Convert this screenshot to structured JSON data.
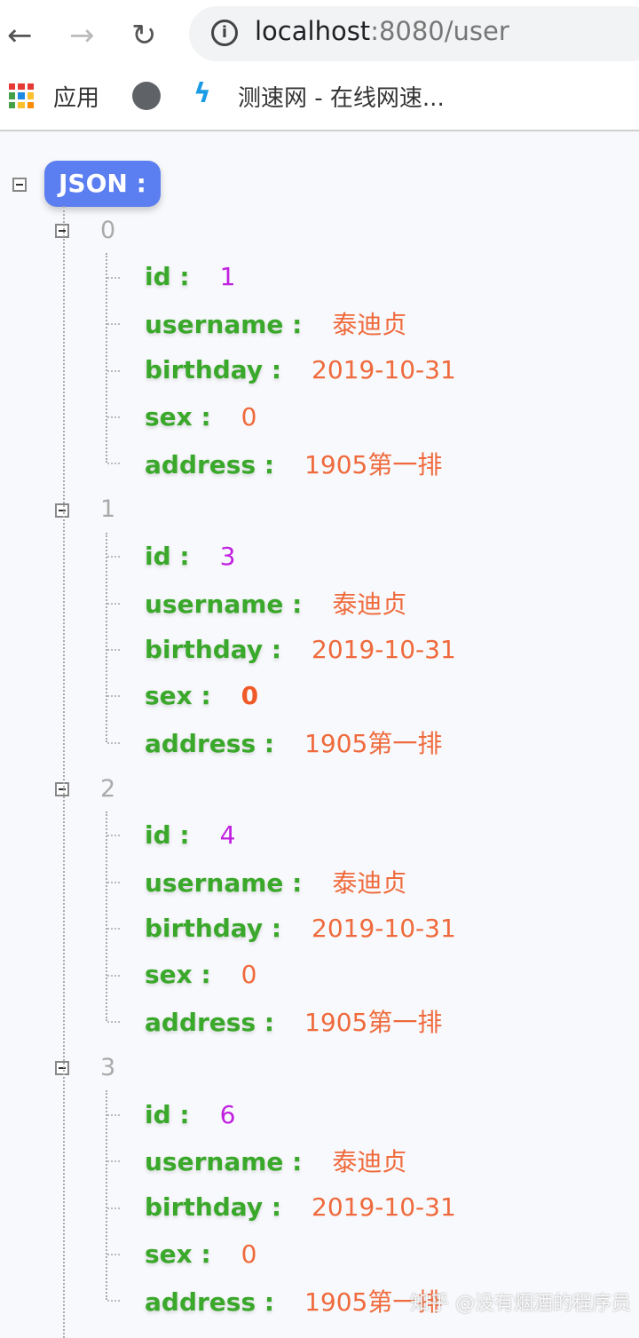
{
  "browser": {
    "url_host": "localhost",
    "url_rest": ":8080/user",
    "bookmarks": [
      {
        "label": "应用"
      },
      {
        "label": "测速网 - 在线网速..."
      }
    ]
  },
  "tree": {
    "root_label": "JSON :",
    "items": [
      {
        "index": "0",
        "fields": [
          {
            "key": "id :",
            "value": "1",
            "type": "number"
          },
          {
            "key": "username :",
            "value": "泰迪贞",
            "type": "string"
          },
          {
            "key": "birthday :",
            "value": "2019-10-31",
            "type": "string"
          },
          {
            "key": "sex :",
            "value": "0",
            "type": "string"
          },
          {
            "key": "address :",
            "value": "1905第一排",
            "type": "string"
          }
        ]
      },
      {
        "index": "1",
        "fields": [
          {
            "key": "id :",
            "value": "3",
            "type": "number"
          },
          {
            "key": "username :",
            "value": "泰迪贞",
            "type": "string"
          },
          {
            "key": "birthday :",
            "value": "2019-10-31",
            "type": "string"
          },
          {
            "key": "sex :",
            "value": "0",
            "type": "string",
            "highlighted": true
          },
          {
            "key": "address :",
            "value": "1905第一排",
            "type": "string"
          }
        ]
      },
      {
        "index": "2",
        "fields": [
          {
            "key": "id :",
            "value": "4",
            "type": "number"
          },
          {
            "key": "username :",
            "value": "泰迪贞",
            "type": "string"
          },
          {
            "key": "birthday :",
            "value": "2019-10-31",
            "type": "string"
          },
          {
            "key": "sex :",
            "value": "0",
            "type": "string"
          },
          {
            "key": "address :",
            "value": "1905第一排",
            "type": "string"
          }
        ]
      },
      {
        "index": "3",
        "fields": [
          {
            "key": "id :",
            "value": "6",
            "type": "number"
          },
          {
            "key": "username :",
            "value": "泰迪贞",
            "type": "string"
          },
          {
            "key": "birthday :",
            "value": "2019-10-31",
            "type": "string"
          },
          {
            "key": "sex :",
            "value": "0",
            "type": "string"
          },
          {
            "key": "address :",
            "value": "1905第一排",
            "type": "string"
          }
        ]
      }
    ]
  },
  "watermark": "知乎 @没有烟酒的程序员"
}
